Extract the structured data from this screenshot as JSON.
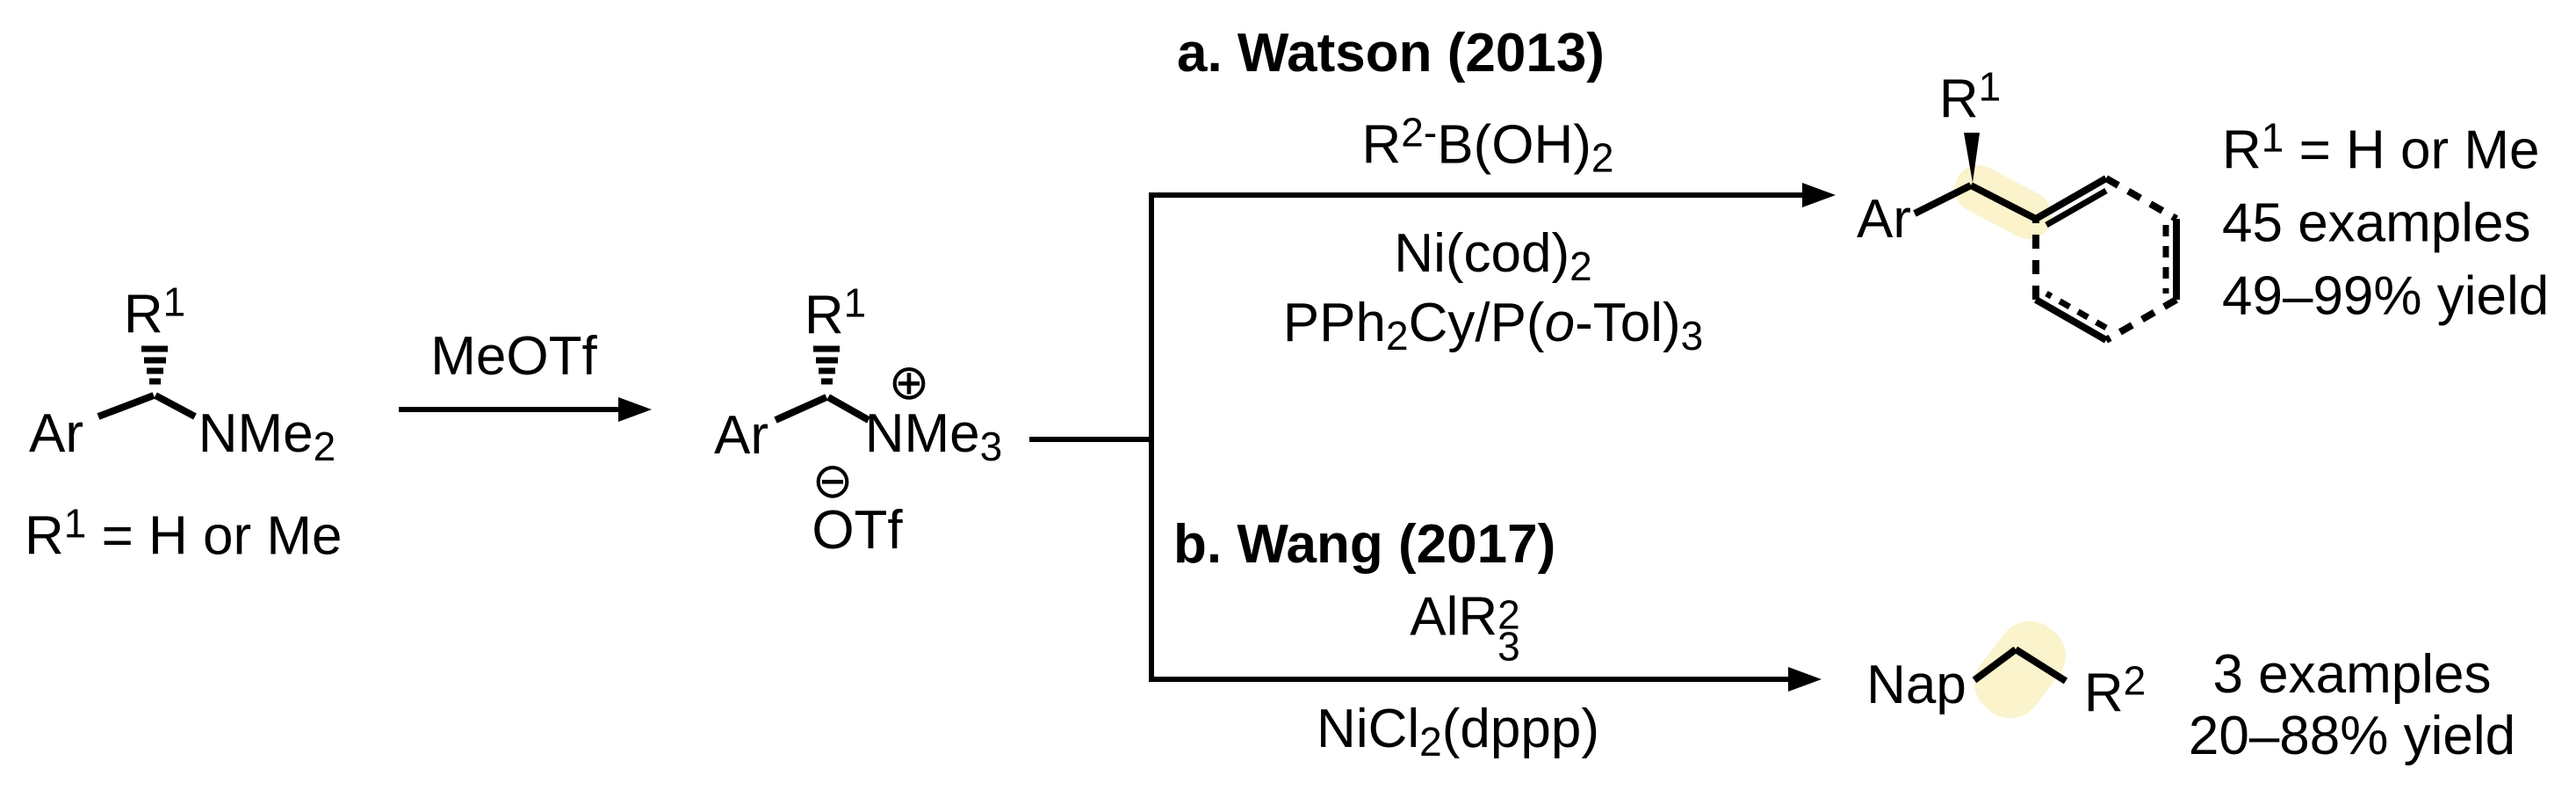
{
  "colors": {
    "ink": "#000000",
    "highlight": "#FAF3CC"
  },
  "substrate": {
    "r1": {
      "base": "R",
      "sup": "1"
    },
    "aryl": "Ar",
    "amine": {
      "base": "NMe",
      "sub": "2"
    },
    "note": {
      "base": "R",
      "sup": "1",
      "rest": " = H or Me"
    }
  },
  "methylation": {
    "reagent": "MeOTf"
  },
  "ammonium": {
    "r1": {
      "base": "R",
      "sup": "1"
    },
    "aryl": "Ar",
    "ammonium_group": {
      "base": "NMe",
      "sub": "3"
    },
    "plus_charge": "⊕",
    "minus_charge": "⊖",
    "counterion": "OTf"
  },
  "path_a": {
    "title": "a. Watson (2013)",
    "boronic_acid": {
      "base": "R",
      "sup": "2",
      "dash": "-",
      "mid": "B(OH)",
      "sub": "2"
    },
    "catalyst": {
      "base": "Ni(cod)",
      "sub": "2"
    },
    "ligand": {
      "p1": "PPh",
      "s1": "2",
      "p2": "Cy/P(",
      "o": "o",
      "p3": "-Tol)",
      "s2": "3"
    },
    "product": {
      "r1": {
        "base": "R",
        "sup": "1"
      },
      "aryl": "Ar"
    },
    "note1": {
      "base": "R",
      "sup": "1",
      "rest": " = H or Me"
    },
    "note2": "45 examples",
    "note3": "49–99% yield"
  },
  "path_b": {
    "title": "b. Wang (2017)",
    "alane": {
      "base": "AlR",
      "sup": "2",
      "sub": "3"
    },
    "catalyst": {
      "p1": "NiCl",
      "s1": "2",
      "p2": "(dppp)"
    },
    "product": {
      "nap": "Nap",
      "r2": {
        "base": "R",
        "sup": "2"
      }
    },
    "note1": "3 examples",
    "note2": "20–88% yield"
  }
}
